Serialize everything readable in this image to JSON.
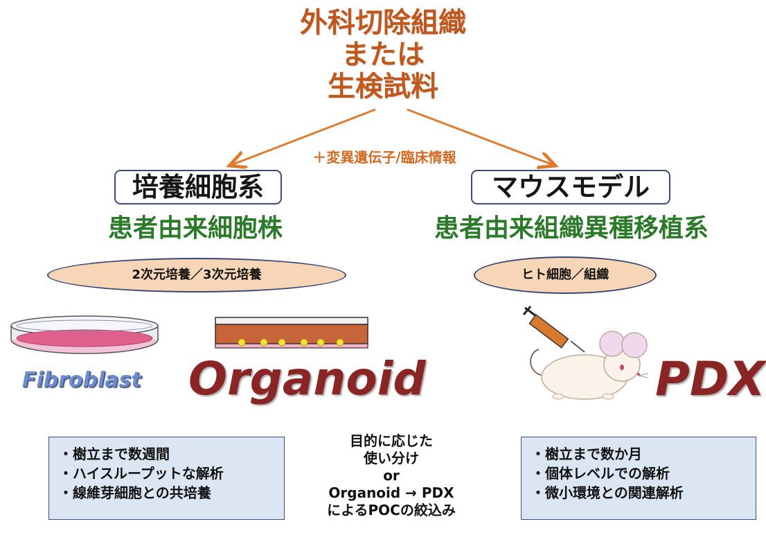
{
  "source": {
    "lines": [
      "外科切除組織",
      "または",
      "生検試料"
    ]
  },
  "connector_label": "＋変異遺伝子/臨床情報",
  "left": {
    "category": "培養細胞系",
    "subtitle": "患者由来細胞株",
    "oval": "2次元培養／3次元培養",
    "models": [
      "Fibroblast",
      "Organoid"
    ],
    "features": [
      "・樹立まで数週間",
      "・ハイスループットな解析",
      "・線維芽細胞との共培養"
    ]
  },
  "right": {
    "category": "マウスモデル",
    "subtitle": "患者由来組織異種移植系",
    "oval": "ヒト細胞／組織",
    "models": [
      "PDX"
    ],
    "features": [
      "・樹立まで数か月",
      "・個体レベルでの解析",
      "・微小環境との関連解析"
    ]
  },
  "center": {
    "lines": [
      "目的に応じた",
      "使い分け",
      "or",
      "Organoid → PDX",
      "によるPOCの絞込み"
    ]
  },
  "colors": {
    "title_orange": "#c0571c",
    "arrow_orange": "#e07a2e",
    "green": "#2a7a2a",
    "oval_fill": "#f7d6b7",
    "box_fill": "#dce6f3",
    "dish_pink": "#e0608c",
    "organoid_brown": "#c8643a",
    "organoid_yellow": "#f3e23a",
    "mouse_fill": "#fbf3ea",
    "ear_pink": "#f2d8ec",
    "model_red": "#8a2525",
    "fibro_blue": "#6c8ccf"
  },
  "icons": [
    "petri-dish-icon",
    "organoid-dish-icon",
    "syringe-icon",
    "mouse-icon"
  ]
}
